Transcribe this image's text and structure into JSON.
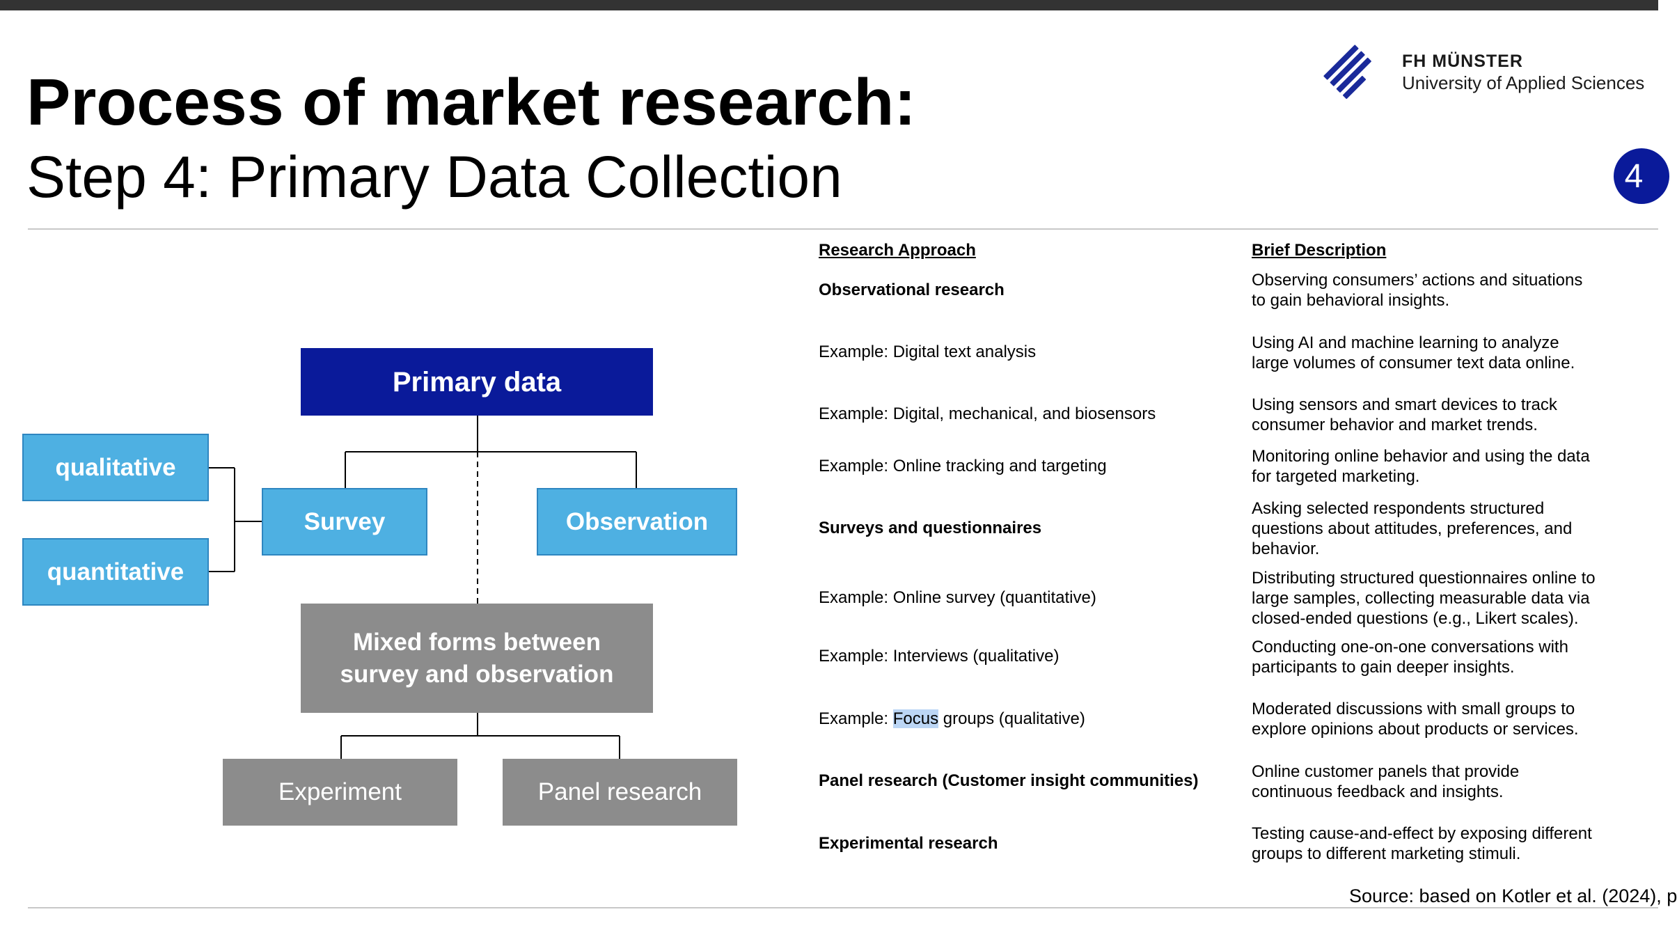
{
  "header": {
    "title": "Process of market research:",
    "subtitle": "Step 4: Primary Data Collection",
    "logo_line1": "FH MÜNSTER",
    "logo_line2": "University of Applied Sciences",
    "page_number": "4"
  },
  "colors": {
    "dark_blue": "#0a1a9a",
    "light_blue": "#4eb0e2",
    "gray": "#8c8c8c"
  },
  "diagram": {
    "primary": "Primary data",
    "qualitative": "qualitative",
    "quantitative": "quantitative",
    "survey": "Survey",
    "observation": "Observation",
    "mixed_line1": "Mixed forms between",
    "mixed_line2": "survey and observation",
    "experiment": "Experiment",
    "panel": "Panel research"
  },
  "table": {
    "col_approach": "Research Approach",
    "col_description": "Brief Description",
    "rows": [
      {
        "approach": "Observational research",
        "bold": true,
        "desc": [
          "Observing consumers’ actions and situations",
          "to gain behavioral insights."
        ]
      },
      {
        "approach": "Example: Digital text analysis",
        "bold": false,
        "desc": [
          "Using AI and machine learning to analyze",
          "large volumes of consumer text data online."
        ]
      },
      {
        "approach": "Example: Digital, mechanical, and biosensors",
        "bold": false,
        "desc": [
          "Using sensors and smart devices to track",
          "consumer behavior and market trends."
        ]
      },
      {
        "approach": "Example: Online tracking and targeting",
        "bold": false,
        "desc": [
          "Monitoring online behavior and using the data",
          "for targeted marketing."
        ]
      },
      {
        "approach": "Surveys and questionnaires",
        "bold": true,
        "desc": [
          "Asking selected respondents structured",
          "questions about attitudes, preferences, and",
          "behavior."
        ]
      },
      {
        "approach": "Example: Online survey (quantitative)",
        "bold": false,
        "desc": [
          "Distributing structured questionnaires online to",
          "large samples, collecting measurable data via",
          "closed-ended questions (e.g., Likert scales)."
        ]
      },
      {
        "approach": "Example: Interviews (qualitative)",
        "bold": false,
        "desc": [
          "Conducting one-on-one conversations with",
          "participants to gain deeper insights."
        ]
      },
      {
        "approach_prefix": "Example: ",
        "approach_highlight": "Focus",
        "approach_suffix": " groups (qualitative)",
        "bold": false,
        "desc": [
          "Moderated discussions with small groups to",
          "explore opinions about products or services."
        ]
      },
      {
        "approach": "Panel research (Customer insight communities)",
        "bold": true,
        "desc": [
          "Online customer panels that provide",
          "continuous feedback and insights."
        ]
      },
      {
        "approach": "Experimental research",
        "bold": true,
        "desc": [
          "Testing cause-and-effect by exposing different",
          "groups to different marketing stimuli."
        ]
      }
    ]
  },
  "source": "Source: based on Kotler et al. (2024), p"
}
